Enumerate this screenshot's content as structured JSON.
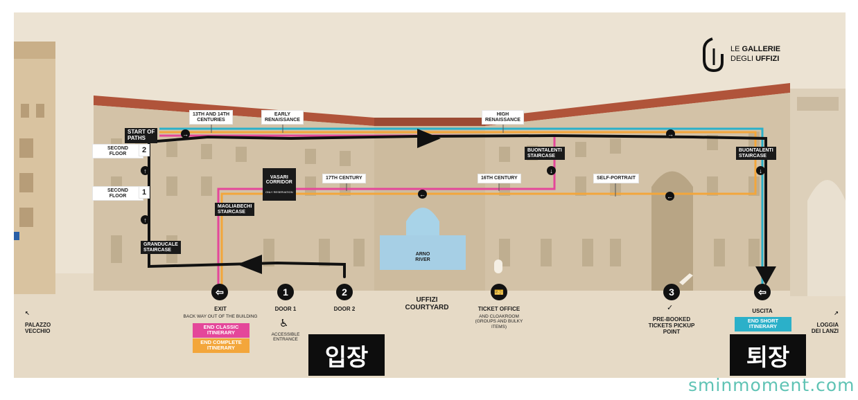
{
  "logo": {
    "line1_a": "LE ",
    "line1_b": "GALLERIE",
    "line2_a": "DEGLI ",
    "line2_b": "UFFIZI"
  },
  "labels": {
    "start_paths": "START OF\nPATHS",
    "second_floor": "SECOND\nFLOOR",
    "second_floor_num": "2",
    "first_floor": "SECOND\nFLOOR",
    "first_floor_num": "1",
    "c13_14": "13TH AND 14TH\nCENTURIES",
    "early_ren": "EARLY\nRENAISSANCE",
    "high_ren": "HIGH\nRENAISSANCE",
    "buontalenti_1": "BUONTALENTI\nSTAIRCASE",
    "buontalenti_2": "BUONTALENTI\nSTAIRCASE",
    "vasari": "VASARI\nCORRIDOR",
    "vasari_sub": "ONLY RESERVATION",
    "c17": "17TH CENTURY",
    "c16": "16TH CENTURY",
    "self_portrait": "SELF-PORTRAIT",
    "magliabechi": "MAGLIABECHI\nSTAIRCASE",
    "granducale": "GRANDUCALE\nSTAIRCASE",
    "arno": "ARNO\nRIVER"
  },
  "bottom": {
    "palazzo": "PALAZZO\nVECCHIO",
    "exit": "EXIT",
    "exit_sub": "BACK WAY OUT OF THE BUILDING",
    "end_classic": "END CLASSIC\nITINERARY",
    "end_complete": "END COMPLETE\nITINERARY",
    "door1_num": "1",
    "door1": "DOOR 1",
    "door1_sub": "ACCESSIBLE\nENTRANCE",
    "door2_num": "2",
    "door2": "DOOR 2",
    "courtyard": "UFFIZI\nCOURTYARD",
    "ticket": "TICKET OFFICE",
    "ticket_sub": "AND CLOAKROOM\n(GROUPS AND BULKY\nITEMS)",
    "prebooked_num": "3",
    "prebooked": "PRE-BOOKED\nTICKETS PICKUP\nPOINT",
    "uscita": "USCITA",
    "end_short": "END SHORT\nITINERARY",
    "loggia": "LOGGIA\nDEI LANZI"
  },
  "korean": {
    "enter": "입장",
    "exit": "퇴장"
  },
  "watermark": "sminmoment.com",
  "colors": {
    "pink": "#e4479a",
    "orange": "#f3a63b",
    "cyan": "#2bb0c9",
    "dark": "#111111",
    "bg": "#ece3d3",
    "ground": "#e3d7c3"
  }
}
